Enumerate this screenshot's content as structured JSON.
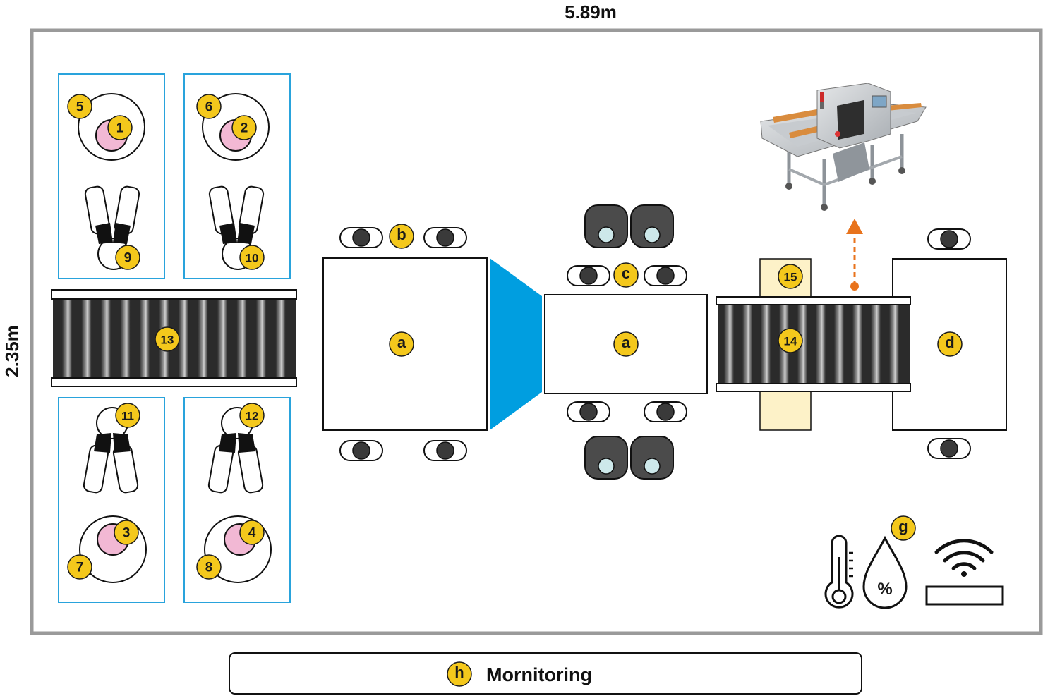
{
  "dimensions": {
    "width": "5.89m",
    "height": "2.35m"
  },
  "badges": {
    "1": "1",
    "2": "2",
    "3": "3",
    "4": "4",
    "5": "5",
    "6": "6",
    "7": "7",
    "8": "8",
    "9": "9",
    "10": "10",
    "11": "11",
    "12": "12",
    "13": "13",
    "14": "14",
    "15": "15",
    "a": "a",
    "b": "b",
    "c": "c",
    "d": "d",
    "g": "g",
    "h": "h"
  },
  "sensor_labels": {
    "humidity": "%"
  },
  "monitoring": {
    "label": "Mornitoring"
  },
  "colors": {
    "badge_fill": "#f4c81c",
    "frame": "#9a9a9a",
    "zone_border": "#29a3dc",
    "funnel": "#009ee0",
    "pink": "#f2b8d4",
    "belt_dark": "#3a3a3a",
    "cream": "#fdf2c8",
    "arrow": "#e8731c"
  },
  "icons": {
    "thermometer": "thermometer-icon",
    "humidity": "humidity-drop-icon",
    "wifi": "wifi-router-icon",
    "detector": "metal-detector-machine"
  }
}
